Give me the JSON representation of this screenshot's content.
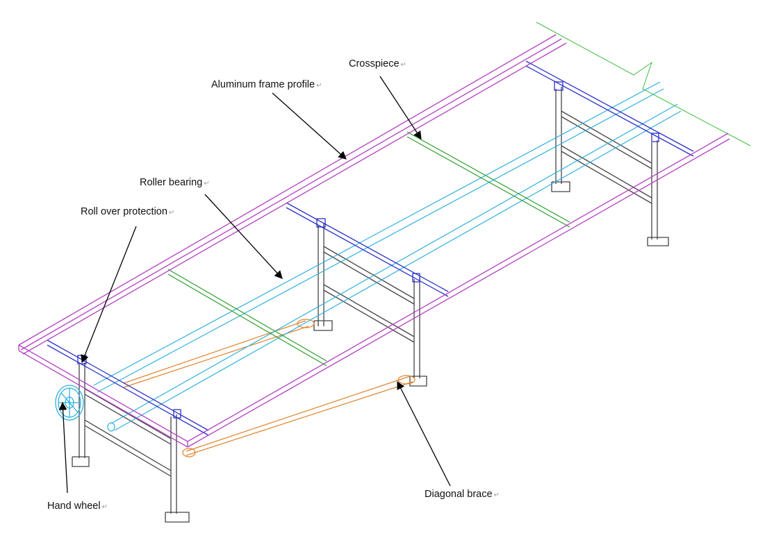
{
  "labels": {
    "crosspiece": "Crosspiece",
    "aluminum_frame_profile": "Aluminum frame profile",
    "roller_bearing": "Roller bearing",
    "roll_over_protection": "Roll over protection",
    "hand_wheel": "Hand wheel",
    "diagonal_brace": "Diagonal brace",
    "return_mark": "↵"
  },
  "colors": {
    "frame_profile": "#b23fc1",
    "roller": "#2fb0df",
    "crosspiece": "#2e9e2e",
    "cross_beam": "#2b2fc8",
    "brace": "#e0822a",
    "legs": "#444444",
    "leader": "#000000",
    "ground_line": "#3fbf3f"
  }
}
